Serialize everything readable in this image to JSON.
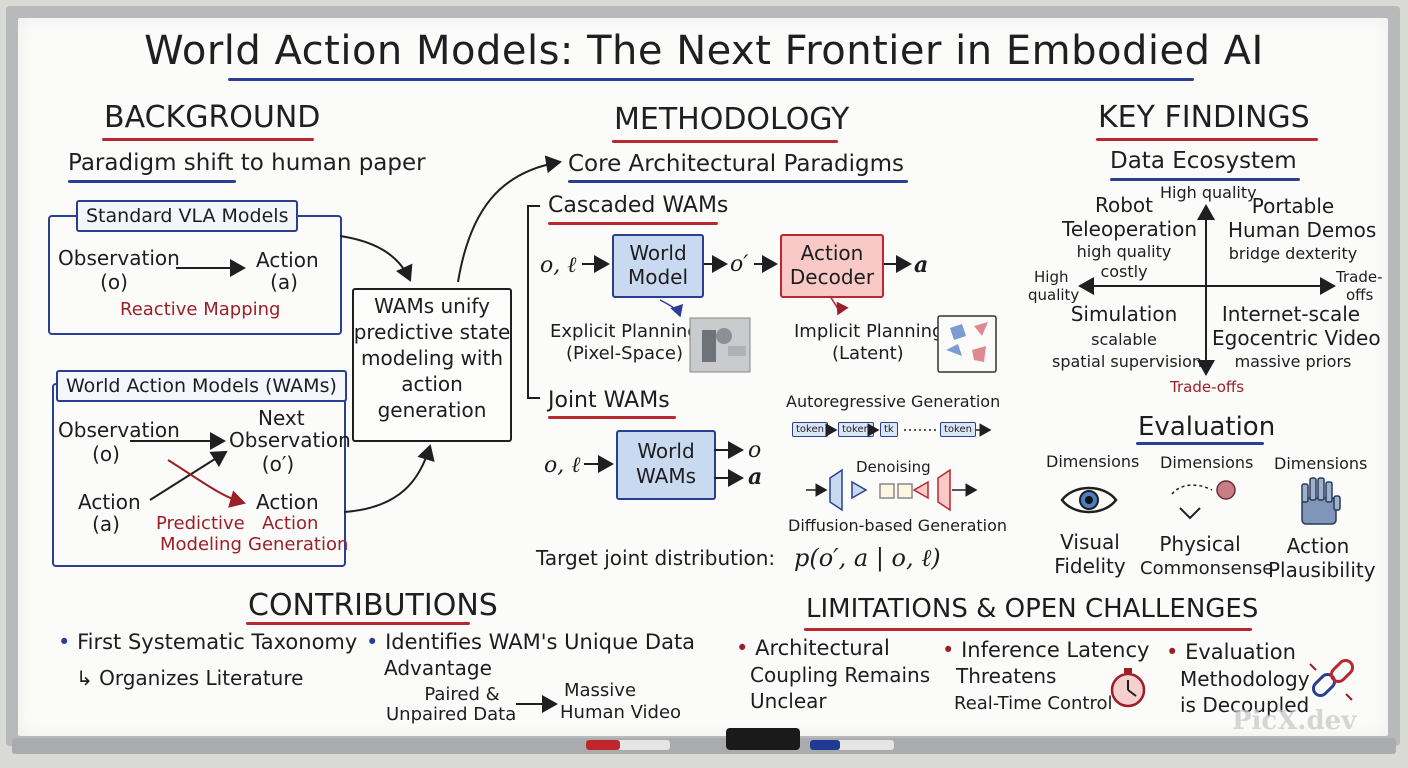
{
  "title": "World Action Models: The Next Frontier in Embodied AI",
  "background": {
    "heading": "BACKGROUND",
    "subheading": "Paradigm shift to human paper",
    "vla": {
      "label": "Standard VLA Models",
      "obs": "Observation",
      "obs_sym": "(o)",
      "act": "Action",
      "act_sym": "(a)",
      "mapping": "Reactive Mapping"
    },
    "wam": {
      "label": "World Action Models (WAMs)",
      "obs": "Observation",
      "obs_sym": "(o)",
      "next": "Next",
      "next2": "Observation",
      "next_sym": "(o′)",
      "act": "Action",
      "act_sym": "(a)",
      "out_act": "Action",
      "pred1": "Predictive",
      "pred2": "Modeling",
      "gen1": "Action",
      "gen2": "Generation"
    },
    "unify": [
      "WAMs unify",
      "predictive state",
      "modeling with",
      "action",
      "generation"
    ]
  },
  "methodology": {
    "heading": "METHODOLOGY",
    "subheading": "Core Architectural Paradigms",
    "cascaded": {
      "label": "Cascaded WAMs",
      "input": "o, ℓ",
      "world1": "World",
      "world2": "Model",
      "mid": "o′",
      "dec1": "Action",
      "dec2": "Decoder",
      "out": "a",
      "explicit1": "Explicit Planning",
      "explicit2": "(Pixel-Space)",
      "implicit1": "Implicit Planning",
      "implicit2": "(Latent)"
    },
    "joint": {
      "label": "Joint WAMs",
      "input": "o, ℓ",
      "box1": "World",
      "box2": "WAMs",
      "out1": "o",
      "out2": "a"
    },
    "autoregressive": "Autoregressive Generation",
    "tokens": [
      "token",
      "token",
      "tk",
      "token"
    ],
    "denoising": "Denoising",
    "diffusion": "Diffusion-based Generation",
    "target_label": "Target joint distribution:",
    "target_formula": "p(o′, a | o, ℓ)"
  },
  "findings": {
    "heading": "KEY FINDINGS",
    "eco": "Data Ecosystem",
    "axis_top": "High quality",
    "axis_left1": "High",
    "axis_left2": "quality",
    "axis_right1": "Trade-",
    "axis_right2": "offs",
    "axis_bottom": "Trade-offs",
    "q1": {
      "t1": "Robot",
      "t2": "Teleoperation",
      "t3": "high quality",
      "t4": "costly"
    },
    "q2": {
      "t1": "Portable",
      "t2": "Human Demos",
      "t3": "bridge dexterity"
    },
    "q3": {
      "t1": "Simulation",
      "t2": "scalable",
      "t3": "spatial supervision"
    },
    "q4": {
      "t1": "Internet-scale",
      "t2": "Egocentric Video",
      "t3": "massive priors"
    },
    "evaluation": "Evaluation",
    "dims": [
      {
        "top": "Dimensions",
        "l1": "Visual",
        "l2": "Fidelity"
      },
      {
        "top": "Dimensions",
        "l1": "Physical",
        "l2": "Commonsense"
      },
      {
        "top": "Dimensions",
        "l1": "Action",
        "l2": "Plausibility"
      }
    ]
  },
  "contributions": {
    "heading": "CONTRIBUTIONS",
    "b1": "First Systematic Taxonomy",
    "b1_sub": "↳ Organizes Literature",
    "b2a": "Identifies WAM's Unique Data",
    "b2b": "Advantage",
    "paired1": "Paired &",
    "paired2": "Unpaired Data",
    "massive1": "Massive",
    "massive2": "Human Video"
  },
  "limitations": {
    "heading": "LIMITATIONS & OPEN CHALLENGES",
    "l1": [
      "Architectural",
      "Coupling Remains",
      "Unclear"
    ],
    "l2": [
      "Inference Latency",
      "Threatens",
      "Real-Time Control"
    ],
    "l3": [
      "Evaluation",
      "Methodology",
      "is Decoupled"
    ]
  },
  "watermark": "PicX.dev",
  "colors": {
    "red": "#b8282e",
    "blue": "#2a3f92",
    "ink": "#1f1f22"
  }
}
